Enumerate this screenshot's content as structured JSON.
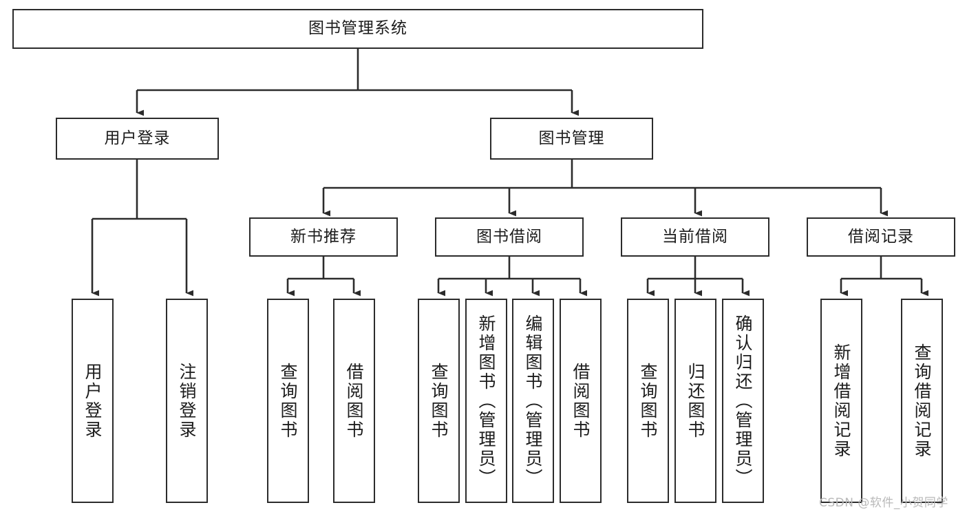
{
  "diagram": {
    "title": "图书管理系统",
    "type": "tree",
    "style": {
      "box_border_color": "#2b2b2b",
      "box_fill_color": "#ffffff",
      "edge_color": "#2b2b2b",
      "text_color": "#1c1c1c",
      "background": "#ffffff",
      "watermark_color": "#b9b9b9"
    },
    "root": {
      "label": "图书管理系统"
    },
    "level2": [
      {
        "label": "用户登录"
      },
      {
        "label": "图书管理"
      }
    ],
    "level3": [
      {
        "label": "新书推荐"
      },
      {
        "label": "图书借阅"
      },
      {
        "label": "当前借阅"
      },
      {
        "label": "借阅记录"
      }
    ],
    "leaves": {
      "user_login": [
        {
          "label": "用户登录"
        },
        {
          "label": "注销登录"
        }
      ],
      "new_book_recommend": [
        {
          "label": "查询图书"
        },
        {
          "label": "借阅图书"
        }
      ],
      "book_borrow": [
        {
          "label": "查询图书"
        },
        {
          "label": "新增图书（管理员）"
        },
        {
          "label": "编辑图书（管理员）"
        },
        {
          "label": "借阅图书"
        }
      ],
      "current_borrow": [
        {
          "label": "查询图书"
        },
        {
          "label": "归还图书"
        },
        {
          "label": "确认归还（管理员）"
        }
      ],
      "borrow_record": [
        {
          "label": "新增借阅记录"
        },
        {
          "label": "查询借阅记录"
        }
      ]
    },
    "watermark": "CSDN @软件_小贺同学"
  }
}
